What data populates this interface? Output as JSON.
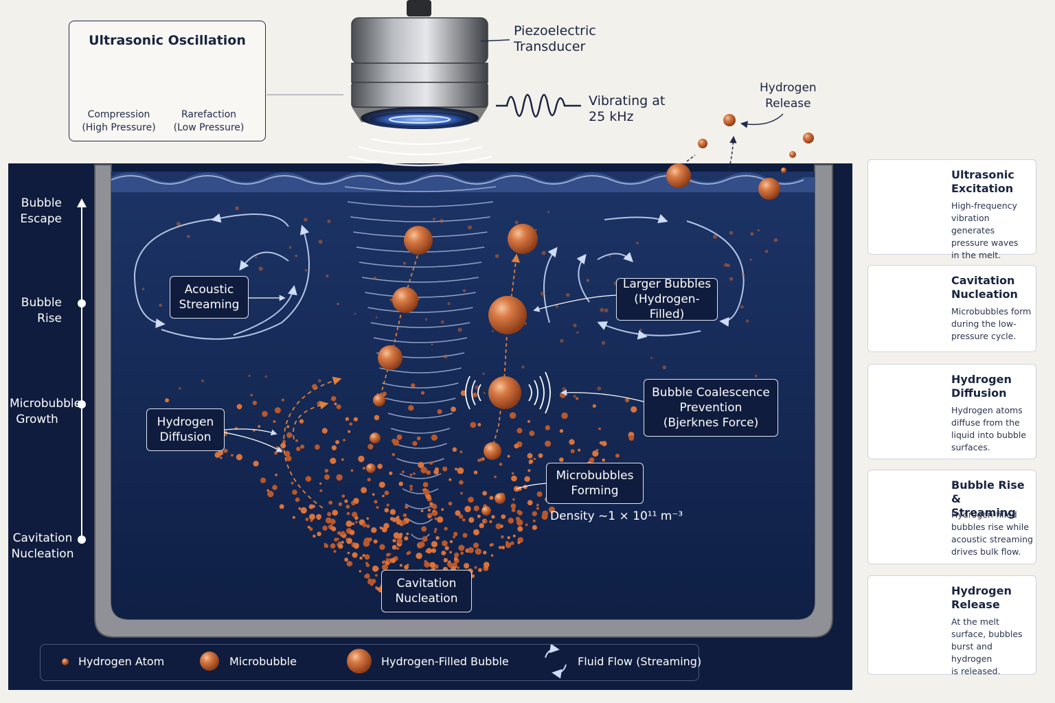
{
  "oscillation": {
    "title": "Ultrasonic Oscillation",
    "compression": "Compression\n(High Pressure)",
    "rarefaction": "Rarefaction\n(Low Pressure)"
  },
  "transducer": {
    "label": "Piezoelectric\nTransducer",
    "frequency": "Vibrating at\n25 kHz"
  },
  "hydrogen_release_label": "Hydrogen\nRelease",
  "stages": [
    "Bubble\nEscape",
    "Bubble\nRise",
    "Microbubble\nGrowth",
    "Cavitation\nNucleation"
  ],
  "callouts": {
    "acoustic_streaming": "Acoustic\nStreaming",
    "larger_bubbles": "Larger Bubbles\n(Hydrogen-Filled)",
    "coalescence": "Bubble Coalescence\nPrevention\n(Bjerknes Force)",
    "hydrogen_diffusion": "Hydrogen\nDiffusion",
    "microbubbles_forming": "Microbubbles\nForming",
    "cavitation_nucleation": "Cavitation\nNucleation"
  },
  "density": "Density ~1 × 10¹¹ m⁻³",
  "legend": {
    "hydrogen_atom": "Hydrogen Atom",
    "microbubble": "Microbubble",
    "hydrogen_filled_bubble": "Hydrogen-Filled Bubble",
    "fluid_flow": "Fluid Flow (Streaming)"
  },
  "cards": [
    {
      "title": "Ultrasonic\nExcitation",
      "desc": "High-frequency\nvibration generates\npressure waves\nin the melt.",
      "icon": "transducer-icon"
    },
    {
      "title": "Cavitation\nNucleation",
      "desc": "Microbubbles form\nduring the low-\npressure cycle.",
      "icon": "scattered-atoms-icon"
    },
    {
      "title": "Hydrogen\nDiffusion",
      "desc": "Hydrogen atoms\ndiffuse from the\nliquid into bubble\nsurfaces.",
      "icon": "inward-arrows-bubble-icon"
    },
    {
      "title": "Bubble Rise &\nStreaming",
      "desc": "Hydrogen-filled\nbubbles rise while\nacoustic streaming\ndrives bulk flow.",
      "icon": "rising-bubble-icon"
    },
    {
      "title": "Hydrogen\nRelease",
      "desc": "At the melt\nsurface, bubbles\nburst and hydrogen\nis released.",
      "icon": "surface-release-icon"
    }
  ],
  "colors": {
    "melt": "#13254f",
    "panel": "#0f1c3d",
    "bubble": "#c8622e",
    "accent_arrow": "#e0823c",
    "background": "#f3f1ec"
  }
}
